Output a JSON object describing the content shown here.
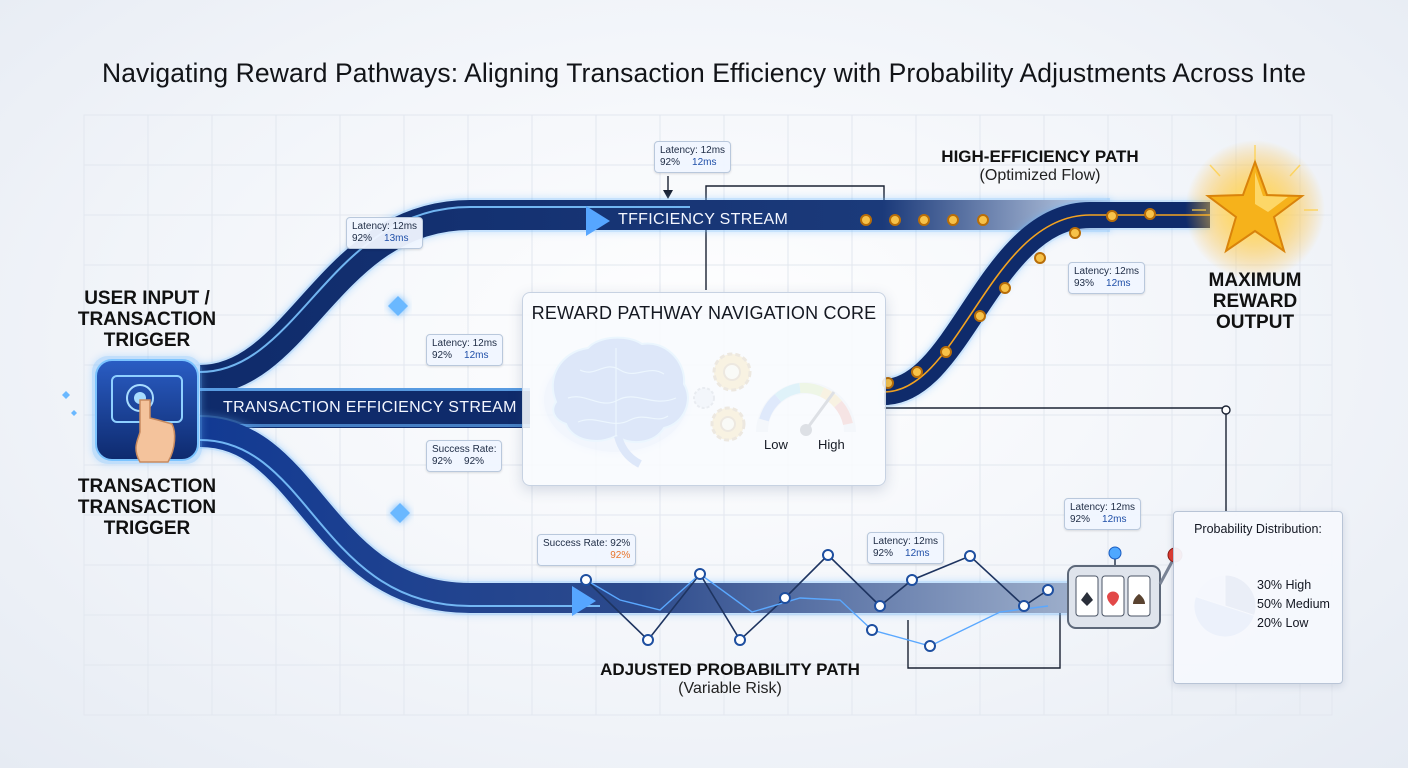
{
  "title": "Navigating Reward Pathways: Aligning Transaction Efficiency with Probability Adjustments Across Inte",
  "input": {
    "label_top": [
      "USER INPUT /",
      "TRANSACTION",
      "TRIGGER"
    ],
    "label_bottom": [
      "TRANSACTION",
      "TRANSACTION",
      "TRIGGER"
    ]
  },
  "streams": {
    "top": "TFFICIENCY STREAM",
    "middle": "TRANSACTION EFFICIENCY STREAM"
  },
  "high_path": {
    "title": "HIGH-EFFICIENCY PATH",
    "subtitle": "(Optimized Flow)"
  },
  "output": {
    "label": [
      "MAXIMUM",
      "REWARD",
      "OUTPUT"
    ]
  },
  "core": {
    "title": "REWARD PATHWAY NAVIGATION CORE",
    "gauge_low": "Low",
    "gauge_high": "High"
  },
  "adjusted_path": {
    "title": "ADJUSTED PROBABILITY PATH",
    "subtitle": "(Variable Risk)"
  },
  "tags": {
    "t1": {
      "line1": "Latency: 12ms",
      "a": "92%",
      "b": "12ms"
    },
    "t2": {
      "line1": "Latency: 12ms",
      "a": "92%",
      "b": "13ms"
    },
    "t3": {
      "line1": "Latency: 12ms",
      "a": "92%",
      "b": "12ms"
    },
    "t4": {
      "line1": "Success Rate:",
      "a": "92%",
      "b": "92%"
    },
    "t5": {
      "line1": "Latency: 12ms",
      "a": "93%",
      "b": "12ms"
    },
    "t6": {
      "line1": "Success Rate: 92%",
      "a": "92%"
    },
    "t7": {
      "line1": "Latency: 12ms",
      "a": "92%",
      "b": "12ms"
    },
    "t8": {
      "line1": "Latency: 12ms",
      "a": "92%",
      "b": "12ms"
    }
  },
  "probability": {
    "title": "Probability Distribution:",
    "rows": [
      "30% High",
      "50% Medium",
      "20% Low"
    ],
    "shares": [
      30,
      50,
      20
    ],
    "colors": [
      "#1f3f86",
      "#3f79d6",
      "#dce7f7"
    ]
  },
  "colors": {
    "stream_dark": "#0f2b6b",
    "stream_glow": "#3aa0ff",
    "node_orange": "#f3a320",
    "star": "#f6b21b"
  }
}
